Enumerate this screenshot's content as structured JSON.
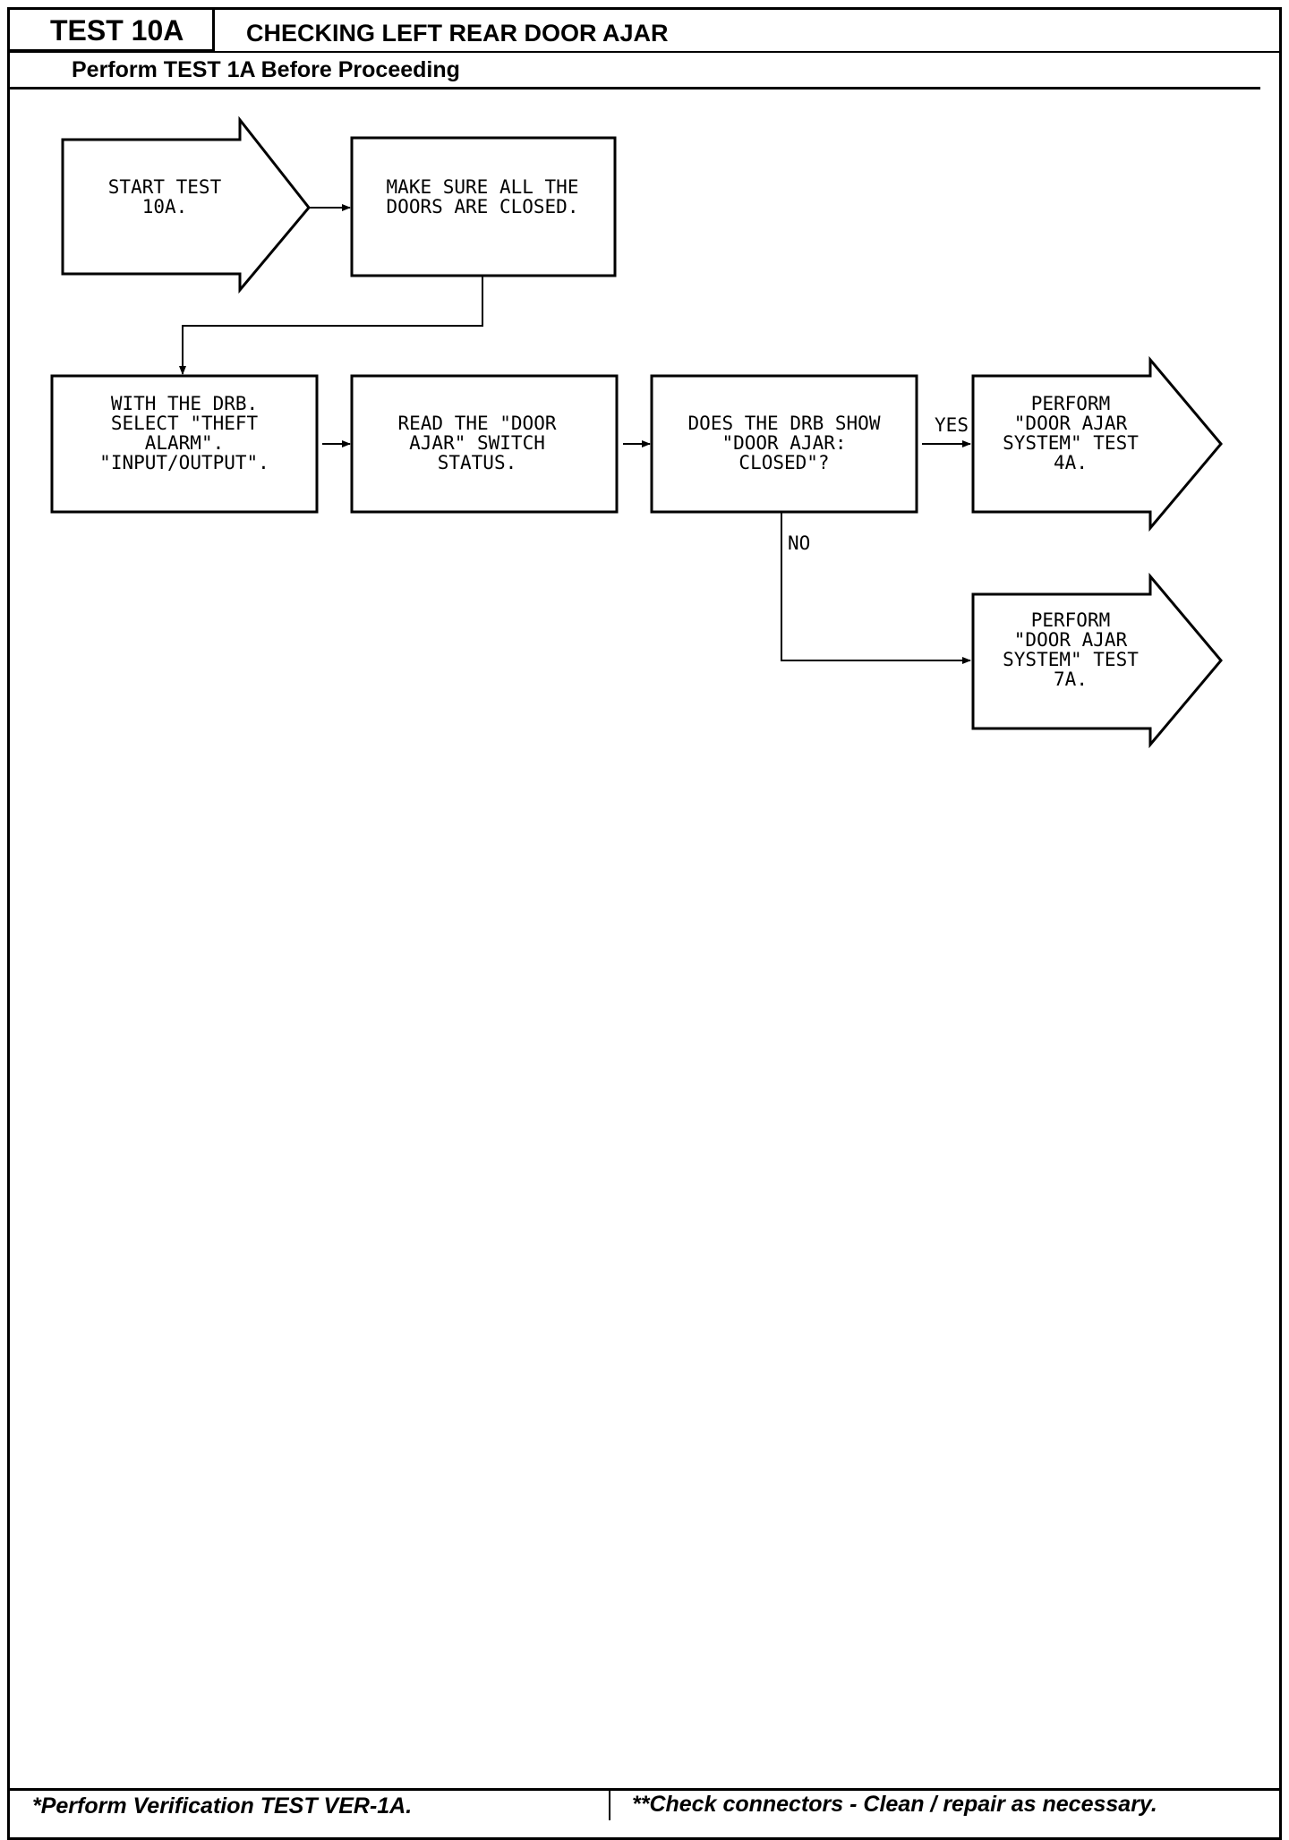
{
  "header": {
    "test_id": "TEST 10A",
    "title": "CHECKING LEFT REAR DOOR AJAR",
    "subtitle": "Perform TEST 1A Before Proceeding"
  },
  "flow": {
    "start": [
      "START TEST",
      "10A."
    ],
    "closed": [
      "MAKE SURE ALL THE",
      "DOORS ARE CLOSED."
    ],
    "select": [
      "WITH THE DRB.",
      "SELECT \"THEFT",
      "ALARM\".",
      "\"INPUT/OUTPUT\"."
    ],
    "read": [
      "READ THE \"DOOR",
      "AJAR\" SWITCH",
      "STATUS."
    ],
    "decision": [
      "DOES THE DRB SHOW",
      "\"DOOR AJAR:",
      "CLOSED\"?"
    ],
    "yes_label": "YES",
    "no_label": "NO",
    "perform_4a": [
      "PERFORM",
      "\"DOOR AJAR",
      "SYSTEM\" TEST",
      "4A."
    ],
    "perform_7a": [
      "PERFORM",
      "\"DOOR AJAR",
      "SYSTEM\" TEST",
      "7A."
    ]
  },
  "footer": {
    "left": "*Perform Verification TEST VER-1A.",
    "right": "**Check connectors - Clean / repair as necessary."
  }
}
